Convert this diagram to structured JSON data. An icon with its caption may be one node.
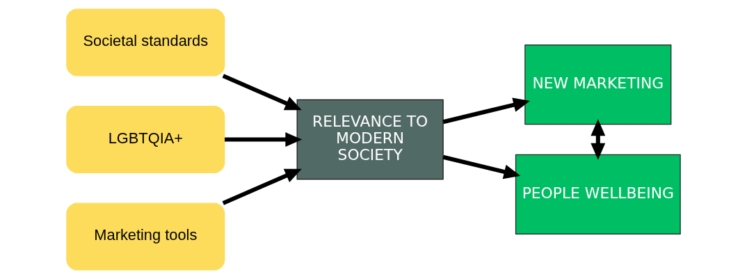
{
  "diagram": {
    "nodes": [
      {
        "text": [
          "Societal standards"
        ]
      },
      {
        "text": [
          "LGBTQIA+"
        ]
      },
      {
        "text": [
          "Marketing tools"
        ]
      },
      {
        "text": [
          "RELEVANCE TO MODERN SOCIETY"
        ]
      },
      {
        "text": [
          "NEW MARKETING"
        ]
      },
      {
        "text": [
          "PEOPLE WELLBEING"
        ]
      }
    ],
    "edges": [
      {
        "from": 0,
        "to": 3,
        "arrow": "to"
      },
      {
        "from": 1,
        "to": 3,
        "arrow": "to"
      },
      {
        "from": 2,
        "to": 3,
        "arrow": "to"
      },
      {
        "from": 3,
        "to": 4,
        "arrow": "to"
      },
      {
        "from": 3,
        "to": 5,
        "arrow": "to"
      },
      {
        "from": 4,
        "to": 5,
        "arrow": "both"
      }
    ]
  }
}
